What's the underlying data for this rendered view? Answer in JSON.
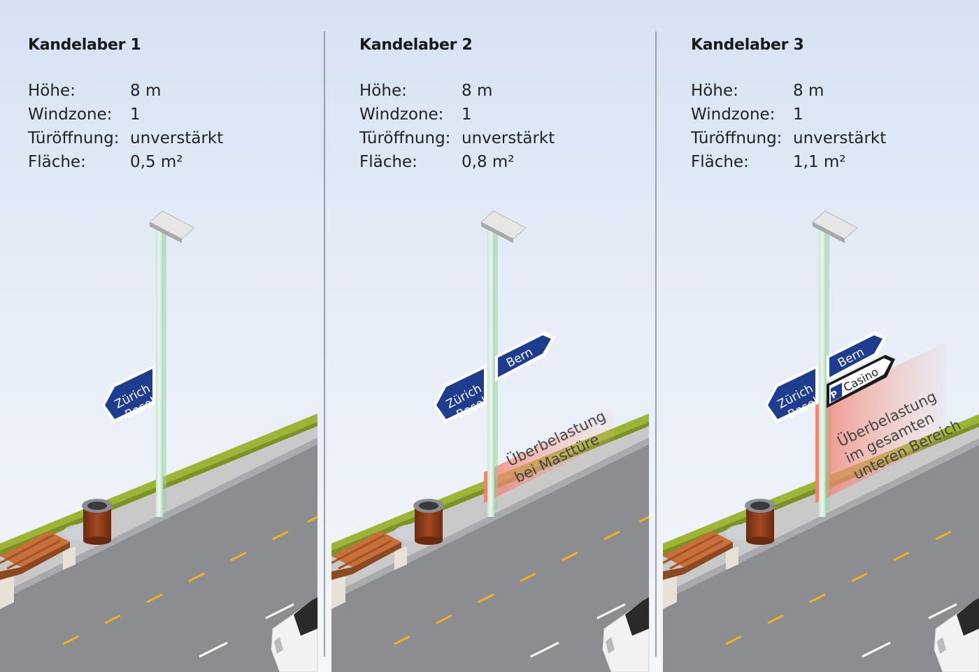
{
  "panels": [
    {
      "title": "Kandelaber 1",
      "specs": [
        {
          "label": "Höhe:",
          "value": "8 m"
        },
        {
          "label": "Windzone:",
          "value": "1"
        },
        {
          "label": "Türöffnung:",
          "value": "unverstärkt"
        },
        {
          "label": "Fläche:",
          "value": "0,5 m²"
        }
      ],
      "signs": {
        "left_line1": "Zürich",
        "left_line2": "Basel"
      }
    },
    {
      "title": "Kandelaber 2",
      "specs": [
        {
          "label": "Höhe:",
          "value": "8 m"
        },
        {
          "label": "Windzone:",
          "value": "1"
        },
        {
          "label": "Türöffnung:",
          "value": "unverstärkt"
        },
        {
          "label": "Fläche:",
          "value": "0,8 m²"
        }
      ],
      "signs": {
        "left_line1": "Zürich",
        "left_line2": "Basel",
        "right": "Bern"
      },
      "warning": {
        "line1": "Überbelastung",
        "line2": "bei Masttüre"
      }
    },
    {
      "title": "Kandelaber 3",
      "specs": [
        {
          "label": "Höhe:",
          "value": "8 m"
        },
        {
          "label": "Windzone:",
          "value": "1"
        },
        {
          "label": "Türöffnung:",
          "value": "unverstärkt"
        },
        {
          "label": "Fläche:",
          "value": "1,1 m²"
        }
      ],
      "signs": {
        "left_line1": "Zürich",
        "left_line2": "Basel",
        "right": "Bern",
        "parking_letter": "P",
        "parking": "Casino"
      },
      "warning": {
        "line1": "Überbelastung",
        "line2": "im gesamten",
        "line3": "unteren Bereich"
      }
    }
  ],
  "colors": {
    "sky_top": "#d6e2f3",
    "grass": "#9db534",
    "sidewalk": "#c9c9c9",
    "road": "#8c8d90",
    "lane_marking": "#f2b01e",
    "sign_blue": "#1e3d8f",
    "warning_red": "#f08070",
    "bin_brown": "#8a3b1c",
    "bench_wood": "#c86f3a"
  }
}
